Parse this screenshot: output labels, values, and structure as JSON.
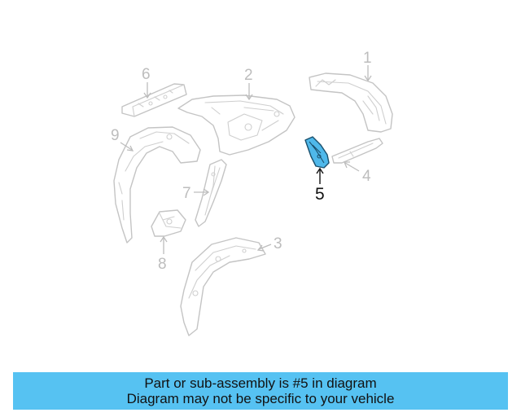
{
  "callouts": {
    "p1": "1",
    "p2": "2",
    "p3": "3",
    "p4": "4",
    "p5": "5",
    "p6": "6",
    "p7": "7",
    "p8": "8",
    "p9": "9"
  },
  "highlighted_part": "5",
  "colors": {
    "highlight_fill": "#4fb8ea",
    "banner_bg": "#56c2f2",
    "inactive_line": "#c4c4c4"
  },
  "banner": {
    "line1": "Part or sub-assembly is #5 in diagram",
    "line2": "Diagram may not be specific to your vehicle"
  }
}
